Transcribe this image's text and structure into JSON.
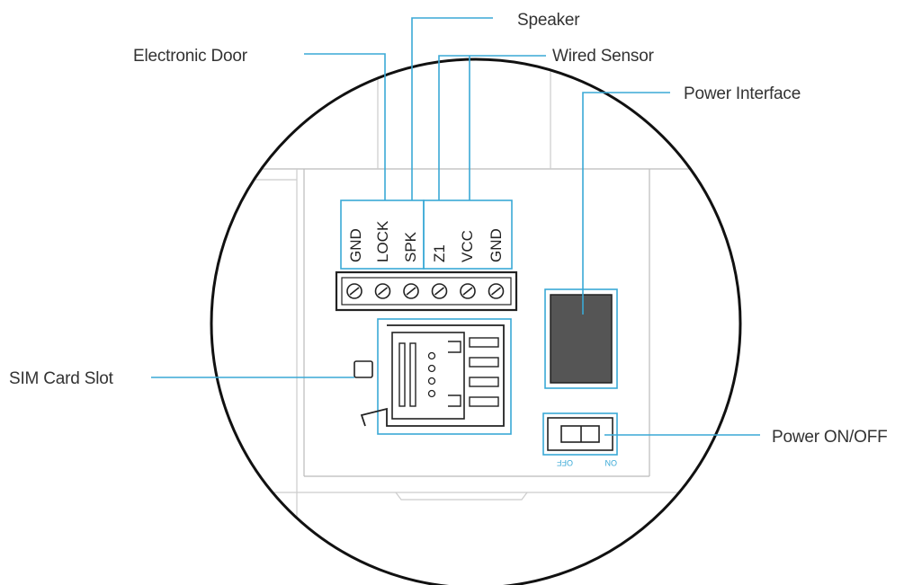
{
  "callouts": {
    "speaker": "Speaker",
    "electronic_door": "Electronic Door",
    "wired_sensor": "Wired Sensor",
    "power_interface": "Power Interface",
    "sim_card_slot": "SIM Card Slot",
    "power_switch": "Power ON/OFF"
  },
  "terminal_pins": [
    "GND",
    "LOCK",
    "SPK",
    "Z1",
    "VCC",
    "GND"
  ],
  "switch_labels": {
    "off": "OFF",
    "on": "ON"
  },
  "colors": {
    "accent": "#3aa9d6",
    "outline": "#222222",
    "dark_block": "#555555"
  }
}
